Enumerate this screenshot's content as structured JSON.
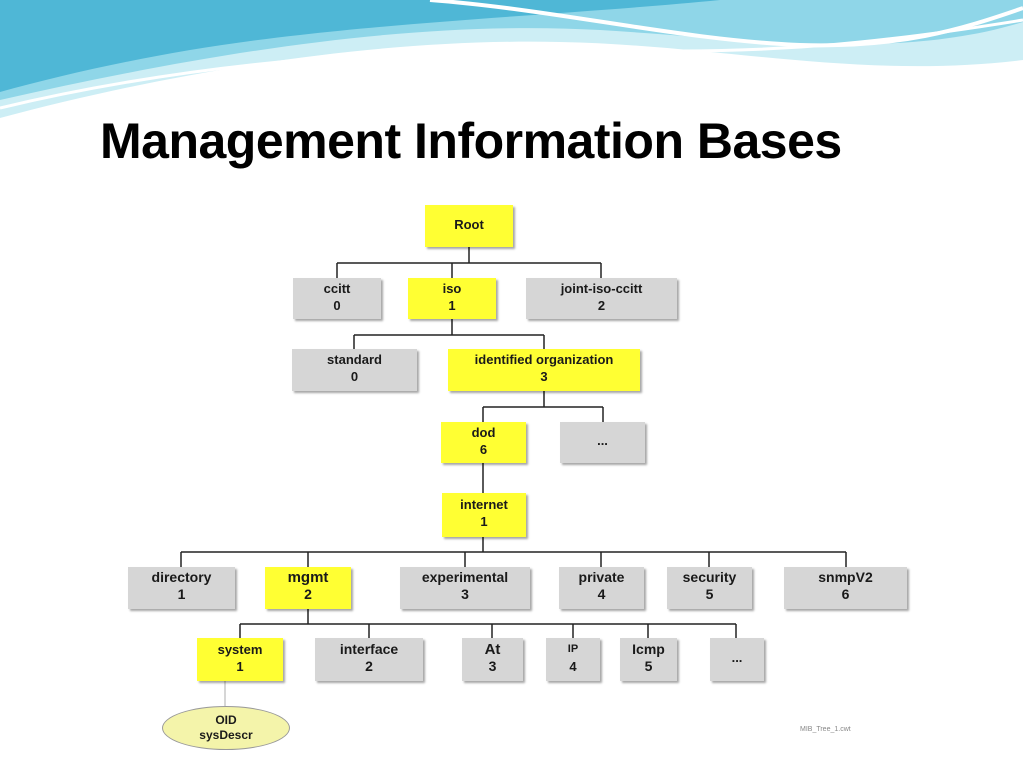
{
  "slide": {
    "title": "Management Information Bases",
    "caption": "MIB_Tree_1.cwt"
  },
  "colors": {
    "highlight": "#ffff33",
    "normal": "#d6d6d6",
    "wave_light": "#bfe9f2",
    "wave_mid": "#6cc6dc",
    "wave_dark": "#2b9fc2"
  },
  "tree": {
    "root": {
      "label": "Root",
      "number": ""
    },
    "level1": [
      {
        "label": "ccitt",
        "number": "0"
      },
      {
        "label": "iso",
        "number": "1"
      },
      {
        "label": "joint-iso-ccitt",
        "number": "2"
      }
    ],
    "level2": [
      {
        "label": "standard",
        "number": "0"
      },
      {
        "label": "identified organization",
        "number": "3"
      }
    ],
    "level3": [
      {
        "label": "dod",
        "number": "6"
      },
      {
        "label": "...",
        "number": ""
      }
    ],
    "level4": [
      {
        "label": "internet",
        "number": "1"
      }
    ],
    "level5": [
      {
        "label": "directory",
        "number": "1"
      },
      {
        "label": "mgmt",
        "number": "2"
      },
      {
        "label": "experimental",
        "number": "3"
      },
      {
        "label": "private",
        "number": "4"
      },
      {
        "label": "security",
        "number": "5"
      },
      {
        "label": "snmpV2",
        "number": "6"
      }
    ],
    "level6": [
      {
        "label": "system",
        "number": "1"
      },
      {
        "label": "interface",
        "number": "2"
      },
      {
        "label": "At",
        "number": "3"
      },
      {
        "label": "IP",
        "number": "4"
      },
      {
        "label": "Icmp",
        "number": "5"
      },
      {
        "label": "...",
        "number": ""
      }
    ],
    "leaf": {
      "line1": "OID",
      "line2": "sysDescr"
    }
  }
}
